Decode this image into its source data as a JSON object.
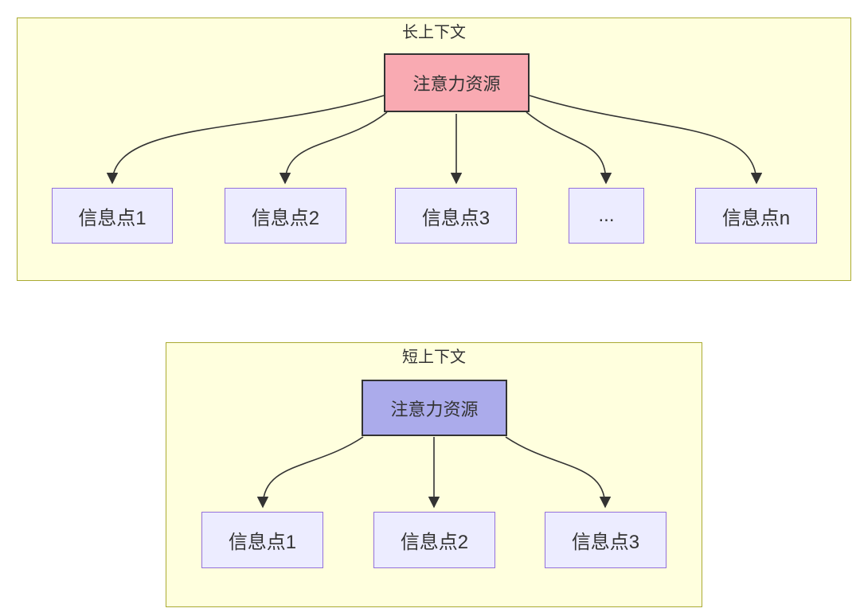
{
  "colors": {
    "cluster_fill": "#ffffde",
    "cluster_border": "#aaaa33",
    "node_fill": "#ececff",
    "node_border": "#9370db",
    "attention_long_fill": "#f9aab2",
    "attention_short_fill": "#ababeb",
    "attention_border": "#333333",
    "arrow_color": "#333333",
    "text_color": "#333333"
  },
  "long_context": {
    "title": "长上下文",
    "attention": {
      "label": "注意力资源"
    },
    "nodes": [
      {
        "label": "信息点1"
      },
      {
        "label": "信息点2"
      },
      {
        "label": "信息点3"
      },
      {
        "label": "..."
      },
      {
        "label": "信息点n"
      }
    ],
    "edges": [
      {
        "from": "注意力资源",
        "to": "信息点1"
      },
      {
        "from": "注意力资源",
        "to": "信息点2"
      },
      {
        "from": "注意力资源",
        "to": "信息点3"
      },
      {
        "from": "注意力资源",
        "to": "..."
      },
      {
        "from": "注意力资源",
        "to": "信息点n"
      }
    ]
  },
  "short_context": {
    "title": "短上下文",
    "attention": {
      "label": "注意力资源"
    },
    "nodes": [
      {
        "label": "信息点1"
      },
      {
        "label": "信息点2"
      },
      {
        "label": "信息点3"
      }
    ],
    "edges": [
      {
        "from": "注意力资源",
        "to": "信息点1"
      },
      {
        "from": "注意力资源",
        "to": "信息点2"
      },
      {
        "from": "注意力资源",
        "to": "信息点3"
      }
    ]
  }
}
